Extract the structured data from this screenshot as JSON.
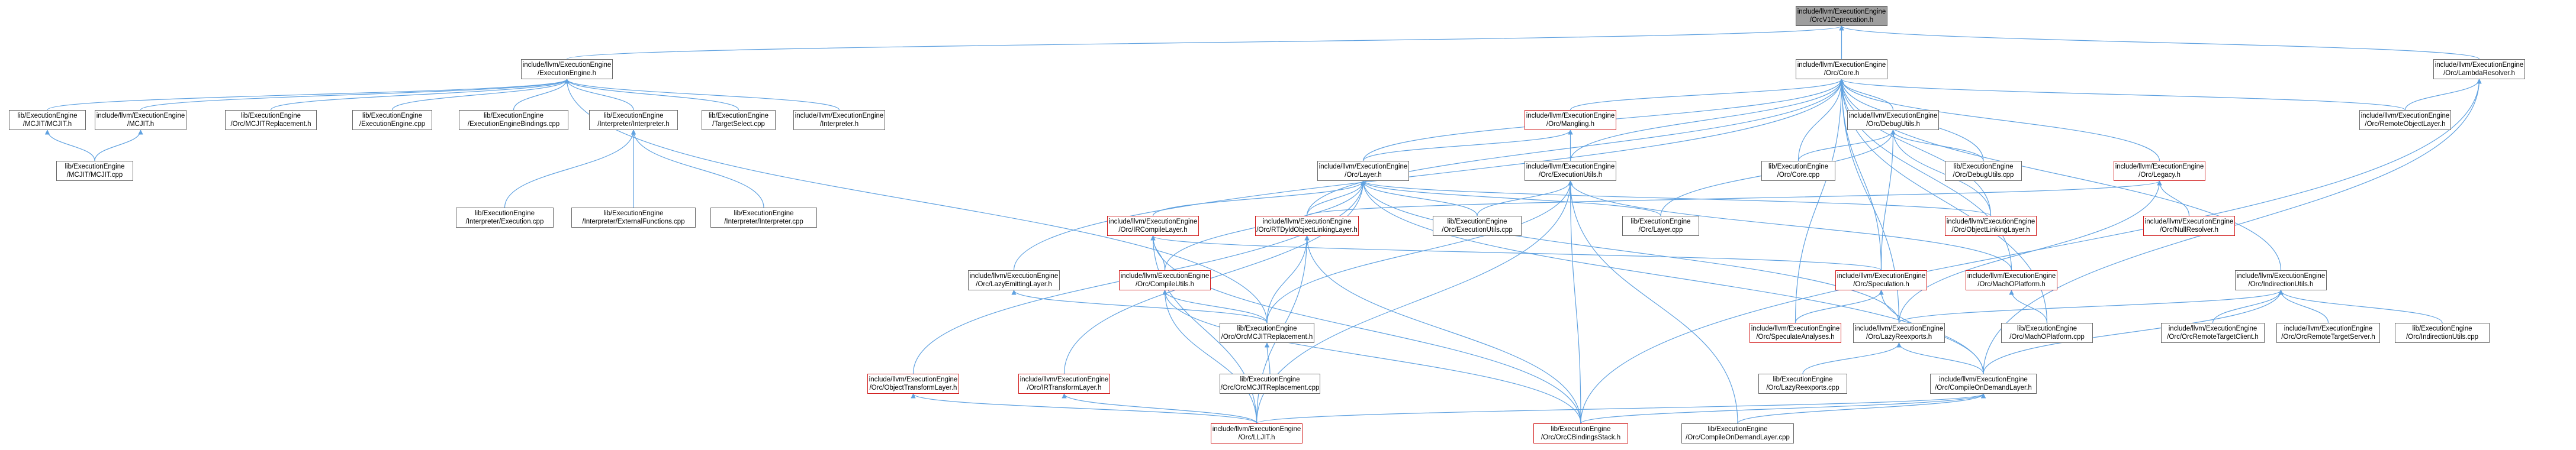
{
  "graph": {
    "arrow_color": "#5fa1e0",
    "node_border": "#666666",
    "node_border_incomplete": "#d11a1a",
    "focus_fill": "#9e9e9e",
    "nodes": {
      "orcv1": {
        "l1": "include/llvm/ExecutionEngine",
        "l2": "/OrcV1Deprecation.h",
        "focus": true
      },
      "ee": {
        "l1": "include/llvm/ExecutionEngine",
        "l2": "/ExecutionEngine.h"
      },
      "core": {
        "l1": "include/llvm/ExecutionEngine",
        "l2": "/Orc/Core.h"
      },
      "lambda": {
        "l1": "include/llvm/ExecutionEngine",
        "l2": "/Orc/LambdaResolver.h"
      },
      "mcjith": {
        "l1": "lib/ExecutionEngine",
        "l2": "/MCJIT/MCJIT.h"
      },
      "mcjit2h": {
        "l1": "include/llvm/ExecutionEngine",
        "l2": "/MCJIT.h"
      },
      "orcmcjitrepl": {
        "l1": "lib/ExecutionEngine",
        "l2": "/Orc/MCJITReplacement.h"
      },
      "eecpp": {
        "l1": "lib/ExecutionEngine",
        "l2": "/ExecutionEngine.cpp"
      },
      "eebind": {
        "l1": "lib/ExecutionEngine",
        "l2": "/ExecutionEngineBindings.cpp"
      },
      "interph": {
        "l1": "lib/ExecutionEngine",
        "l2": "/Interpreter/Interpreter.h"
      },
      "tselect": {
        "l1": "lib/ExecutionEngine",
        "l2": "/TargetSelect.cpp"
      },
      "interp2": {
        "l1": "include/llvm/ExecutionEngine",
        "l2": "/Interpreter.h"
      },
      "mcjitcpp": {
        "l1": "lib/ExecutionEngine",
        "l2": "/MCJIT/MCJIT.cpp"
      },
      "iexec": {
        "l1": "lib/ExecutionEngine",
        "l2": "/Interpreter/Execution.cpp"
      },
      "iextfn": {
        "l1": "lib/ExecutionEngine",
        "l2": "/Interpreter/ExternalFunctions.cpp"
      },
      "iinterp": {
        "l1": "lib/ExecutionEngine",
        "l2": "/Interpreter/Interpreter.cpp"
      },
      "mangling": {
        "l1": "include/llvm/ExecutionEngine",
        "l2": "/Orc/Mangling.h",
        "red": true
      },
      "debugutils": {
        "l1": "include/llvm/ExecutionEngine",
        "l2": "/Orc/DebugUtils.h"
      },
      "remoteobj": {
        "l1": "include/llvm/ExecutionEngine",
        "l2": "/Orc/RemoteObjectLayer.h"
      },
      "layer": {
        "l1": "include/llvm/ExecutionEngine",
        "l2": "/Orc/Layer.h"
      },
      "executils": {
        "l1": "include/llvm/ExecutionEngine",
        "l2": "/Orc/ExecutionUtils.h"
      },
      "corecpp": {
        "l1": "lib/ExecutionEngine",
        "l2": "/Orc/Core.cpp"
      },
      "debugutilscpp": {
        "l1": "lib/ExecutionEngine",
        "l2": "/Orc/DebugUtils.cpp"
      },
      "legacy": {
        "l1": "include/llvm/ExecutionEngine",
        "l2": "/Orc/Legacy.h",
        "red": true
      },
      "ircompile": {
        "l1": "include/llvm/ExecutionEngine",
        "l2": "/Orc/IRCompileLayer.h",
        "red": true
      },
      "rtdyld": {
        "l1": "include/llvm/ExecutionEngine",
        "l2": "/Orc/RTDyldObjectLinkingLayer.h",
        "red": true
      },
      "executilscpp": {
        "l1": "lib/ExecutionEngine",
        "l2": "/Orc/ExecutionUtils.cpp"
      },
      "layercpp": {
        "l1": "lib/ExecutionEngine",
        "l2": "/Orc/Layer.cpp"
      },
      "objlink": {
        "l1": "include/llvm/ExecutionEngine",
        "l2": "/Orc/ObjectLinkingLayer.h",
        "red": true
      },
      "nullresolver": {
        "l1": "include/llvm/ExecutionEngine",
        "l2": "/Orc/NullResolver.h",
        "red": true
      },
      "lazyemit": {
        "l1": "include/llvm/ExecutionEngine",
        "l2": "/Orc/LazyEmittingLayer.h"
      },
      "compileutils": {
        "l1": "include/llvm/ExecutionEngine",
        "l2": "/Orc/CompileUtils.h",
        "red": true
      },
      "speculation": {
        "l1": "include/llvm/ExecutionEngine",
        "l2": "/Orc/Speculation.h",
        "red": true
      },
      "macho": {
        "l1": "include/llvm/ExecutionEngine",
        "l2": "/Orc/MachOPlatform.h",
        "red": true
      },
      "indirection": {
        "l1": "include/llvm/ExecutionEngine",
        "l2": "/Orc/IndirectionUtils.h"
      },
      "orcmcjitrepl2": {
        "l1": "lib/ExecutionEngine",
        "l2": "/Orc/OrcMCJITReplacement.h"
      },
      "specanalyses": {
        "l1": "include/llvm/ExecutionEngine",
        "l2": "/Orc/SpeculateAnalyses.h",
        "red": true
      },
      "lazyreexports": {
        "l1": "include/llvm/ExecutionEngine",
        "l2": "/Orc/LazyReexports.h"
      },
      "machocpp": {
        "l1": "lib/ExecutionEngine",
        "l2": "/Orc/MachOPlatform.cpp"
      },
      "remotetc": {
        "l1": "include/llvm/ExecutionEngine",
        "l2": "/Orc/OrcRemoteTargetClient.h"
      },
      "remotets": {
        "l1": "include/llvm/ExecutionEngine",
        "l2": "/Orc/OrcRemoteTargetServer.h"
      },
      "indircpp": {
        "l1": "lib/ExecutionEngine",
        "l2": "/Orc/IndirectionUtils.cpp"
      },
      "objtransform": {
        "l1": "include/llvm/ExecutionEngine",
        "l2": "/Orc/ObjectTransformLayer.h",
        "red": true
      },
      "irtransform": {
        "l1": "include/llvm/ExecutionEngine",
        "l2": "/Orc/IRTransformLayer.h",
        "red": true
      },
      "orcmcjitreplcpp": {
        "l1": "lib/ExecutionEngine",
        "l2": "/Orc/OrcMCJITReplacement.cpp"
      },
      "lazyreexportscpp": {
        "l1": "lib/ExecutionEngine",
        "l2": "/Orc/LazyReexports.cpp"
      },
      "cod": {
        "l1": "include/llvm/ExecutionEngine",
        "l2": "/Orc/CompileOnDemandLayer.h"
      },
      "lljit": {
        "l1": "include/llvm/ExecutionEngine",
        "l2": "/Orc/LLJIT.h",
        "red": true
      },
      "orccbind": {
        "l1": "lib/ExecutionEngine",
        "l2": "/Orc/OrcCBindingsStack.h",
        "red": true
      },
      "codcpp": {
        "l1": "lib/ExecutionEngine",
        "l2": "/Orc/CompileOnDemandLayer.cpp"
      }
    },
    "edges": [
      [
        "orcv1",
        "ee"
      ],
      [
        "orcv1",
        "core"
      ],
      [
        "orcv1",
        "lambda"
      ],
      [
        "ee",
        "mcjith"
      ],
      [
        "ee",
        "mcjit2h"
      ],
      [
        "ee",
        "orcmcjitrepl"
      ],
      [
        "ee",
        "eecpp"
      ],
      [
        "ee",
        "eebind"
      ],
      [
        "ee",
        "interph"
      ],
      [
        "ee",
        "tselect"
      ],
      [
        "ee",
        "interp2"
      ],
      [
        "ee",
        "orcmcjitrepl2"
      ],
      [
        "mcjith",
        "mcjitcpp"
      ],
      [
        "mcjit2h",
        "mcjitcpp"
      ],
      [
        "interph",
        "iexec"
      ],
      [
        "interph",
        "iextfn"
      ],
      [
        "interph",
        "iinterp"
      ],
      [
        "core",
        "mangling"
      ],
      [
        "core",
        "debugutils"
      ],
      [
        "core",
        "remoteobj"
      ],
      [
        "core",
        "layer"
      ],
      [
        "core",
        "executils"
      ],
      [
        "core",
        "corecpp"
      ],
      [
        "core",
        "debugutilscpp"
      ],
      [
        "core",
        "legacy"
      ],
      [
        "core",
        "rtdyld"
      ],
      [
        "core",
        "lazyemit"
      ],
      [
        "core",
        "speculation"
      ],
      [
        "core",
        "indirection"
      ],
      [
        "core",
        "specanalyses"
      ],
      [
        "core",
        "objlink"
      ],
      [
        "core",
        "macho"
      ],
      [
        "core",
        "machocpp"
      ],
      [
        "core",
        "lazyreexports"
      ],
      [
        "lambda",
        "remoteobj"
      ],
      [
        "lambda",
        "cod"
      ],
      [
        "lambda",
        "orccbind"
      ],
      [
        "mangling",
        "layer"
      ],
      [
        "mangling",
        "executils"
      ],
      [
        "debugutils",
        "corecpp"
      ],
      [
        "debugutils",
        "debugutilscpp"
      ],
      [
        "debugutils",
        "layercpp"
      ],
      [
        "debugutils",
        "objlink"
      ],
      [
        "debugutils",
        "speculation"
      ],
      [
        "layer",
        "ircompile"
      ],
      [
        "layer",
        "rtdyld"
      ],
      [
        "layer",
        "executilscpp"
      ],
      [
        "layer",
        "layercpp"
      ],
      [
        "layer",
        "objlink"
      ],
      [
        "layer",
        "objtransform"
      ],
      [
        "layer",
        "irtransform"
      ],
      [
        "layer",
        "compileutils"
      ],
      [
        "layer",
        "cod"
      ],
      [
        "layer",
        "lazyreexports"
      ],
      [
        "executils",
        "executilscpp"
      ],
      [
        "executils",
        "macho"
      ],
      [
        "executils",
        "orcmcjitrepl2"
      ],
      [
        "executils",
        "lljit"
      ],
      [
        "executils",
        "orccbind"
      ],
      [
        "executils",
        "codcpp"
      ],
      [
        "legacy",
        "rtdyld"
      ],
      [
        "legacy",
        "nullresolver"
      ],
      [
        "legacy",
        "lazyreexports"
      ],
      [
        "ircompile",
        "compileutils"
      ],
      [
        "ircompile",
        "speculation"
      ],
      [
        "ircompile",
        "lljit"
      ],
      [
        "ircompile",
        "orccbind"
      ],
      [
        "rtdyld",
        "orcmcjitrepl2"
      ],
      [
        "rtdyld",
        "orccbind"
      ],
      [
        "rtdyld",
        "lljit"
      ],
      [
        "compileutils",
        "orcmcjitrepl2"
      ],
      [
        "compileutils",
        "lljit"
      ],
      [
        "compileutils",
        "orccbind"
      ],
      [
        "lazyemit",
        "orcmcjitrepl2"
      ],
      [
        "orcmcjitrepl2",
        "orcmcjitreplcpp"
      ],
      [
        "speculation",
        "specanalyses"
      ],
      [
        "speculation",
        "cod"
      ],
      [
        "macho",
        "machocpp"
      ],
      [
        "indirection",
        "lazyreexports"
      ],
      [
        "indirection",
        "remotetc"
      ],
      [
        "indirection",
        "remotets"
      ],
      [
        "indirection",
        "indircpp"
      ],
      [
        "indirection",
        "cod"
      ],
      [
        "lazyreexports",
        "lazyreexportscpp"
      ],
      [
        "lazyreexports",
        "cod"
      ],
      [
        "cod",
        "lljit"
      ],
      [
        "cod",
        "codcpp"
      ],
      [
        "cod",
        "orccbind"
      ],
      [
        "objtransform",
        "lljit"
      ],
      [
        "irtransform",
        "lljit"
      ]
    ]
  }
}
